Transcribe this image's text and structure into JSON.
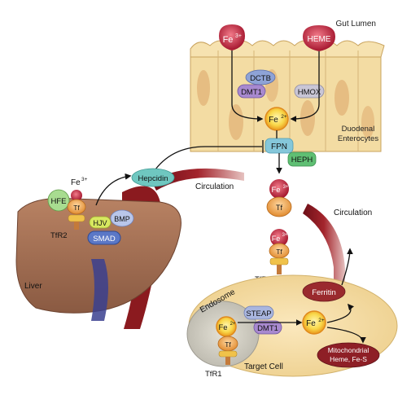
{
  "regions": {
    "gut_lumen": "Gut Lumen",
    "enterocytes": [
      "Duodenal",
      "Enterocytes"
    ],
    "circulation_top": "Circulation",
    "circulation_right": "Circulation",
    "liver": "Liver",
    "endosome": "Endosome",
    "target_cell": "Target Cell"
  },
  "molecules": {
    "fe3_lumen": "Fe",
    "fe3_sup": "3+",
    "heme_lumen": "HEME",
    "dctb": "DCTB",
    "dmt1_gut": "DMT1",
    "hmox": "HMOX",
    "fe2_gut": "Fe",
    "fe2_sup": "2+",
    "fpn": "FPN",
    "heph": "HEPH",
    "fe3_circ": "Fe",
    "fe3_circ_sup": "3+",
    "tf_circ": "Tf",
    "fe3_tfr1": "Fe",
    "fe3_tfr1_sup": "3+",
    "tf_tfr1": "Tf",
    "tfr1_top": "TfR1",
    "hepcidin": "Hepcidin",
    "hfe": "HFE",
    "fe3_liver": "Fe",
    "fe3_liver_sup": "3+",
    "tf_liver": "Tf",
    "tfr2": "TfR2",
    "hjv": "HJV",
    "bmp": "BMP",
    "smad": "SMAD",
    "steap": "STEAP",
    "dmt1_cell": "DMT1",
    "fe2_endo": "Fe",
    "fe2_endo_sup": "2+",
    "tf_endo": "Tf",
    "tfr1_endo": "TfR1",
    "fe2_cell": "Fe",
    "fe2_cell_sup": "2+",
    "ferritin": "Ferritin",
    "mito": [
      "Mitochondrial",
      "Heme, Fe-S"
    ]
  },
  "colors": {
    "villi": "#f5dfa6",
    "villi_border": "#c9a35e",
    "liver": "#a9775a",
    "vessel": "#8b1a1f",
    "cell": "#f2d9a0",
    "fe_ring": "#f0a020",
    "dmt1": "#9b7fc4",
    "fpn": "#7ec5d9",
    "heph": "#5fbf73",
    "ferritin": "#9a2a2e",
    "hepcidin": "#6fc7c0",
    "smad": "#5b78c7"
  }
}
